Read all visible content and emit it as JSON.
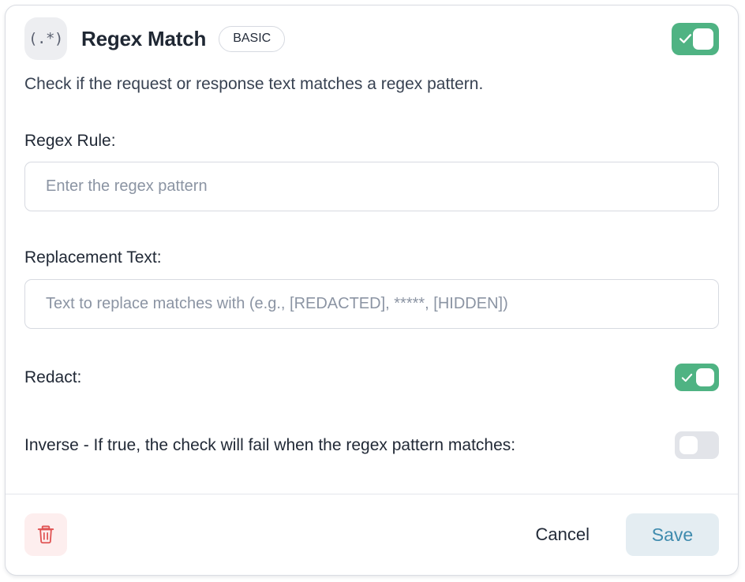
{
  "card": {
    "header": {
      "icon_glyph": "(.*)",
      "title": "Regex Match",
      "tier_badge": "BASIC",
      "enabled_toggle_state": "on"
    },
    "description": "Check if the request or response text matches a regex pattern.",
    "fields": [
      {
        "label": "Regex Rule:",
        "placeholder": "Enter the regex pattern",
        "value": ""
      },
      {
        "label": "Replacement Text:",
        "placeholder": "Text to replace matches with (e.g., [REDACTED], *****, [HIDDEN])",
        "value": ""
      }
    ],
    "switches": [
      {
        "label": "Redact:",
        "state": "on"
      },
      {
        "label": "Inverse - If true, the check will fail when the regex pattern matches:",
        "state": "off"
      }
    ],
    "footer": {
      "delete_label": "delete",
      "cancel_label": "Cancel",
      "save_label": "Save"
    }
  },
  "colors": {
    "toggle_on": "#4fb383",
    "toggle_off": "#e2e4e9",
    "save_text": "#3f8bae",
    "save_bg": "#e4edf2",
    "delete_icon": "#e05353",
    "delete_bg": "#fdeeee",
    "title_text": "#1f2733",
    "card_border": "#d9dce2"
  }
}
